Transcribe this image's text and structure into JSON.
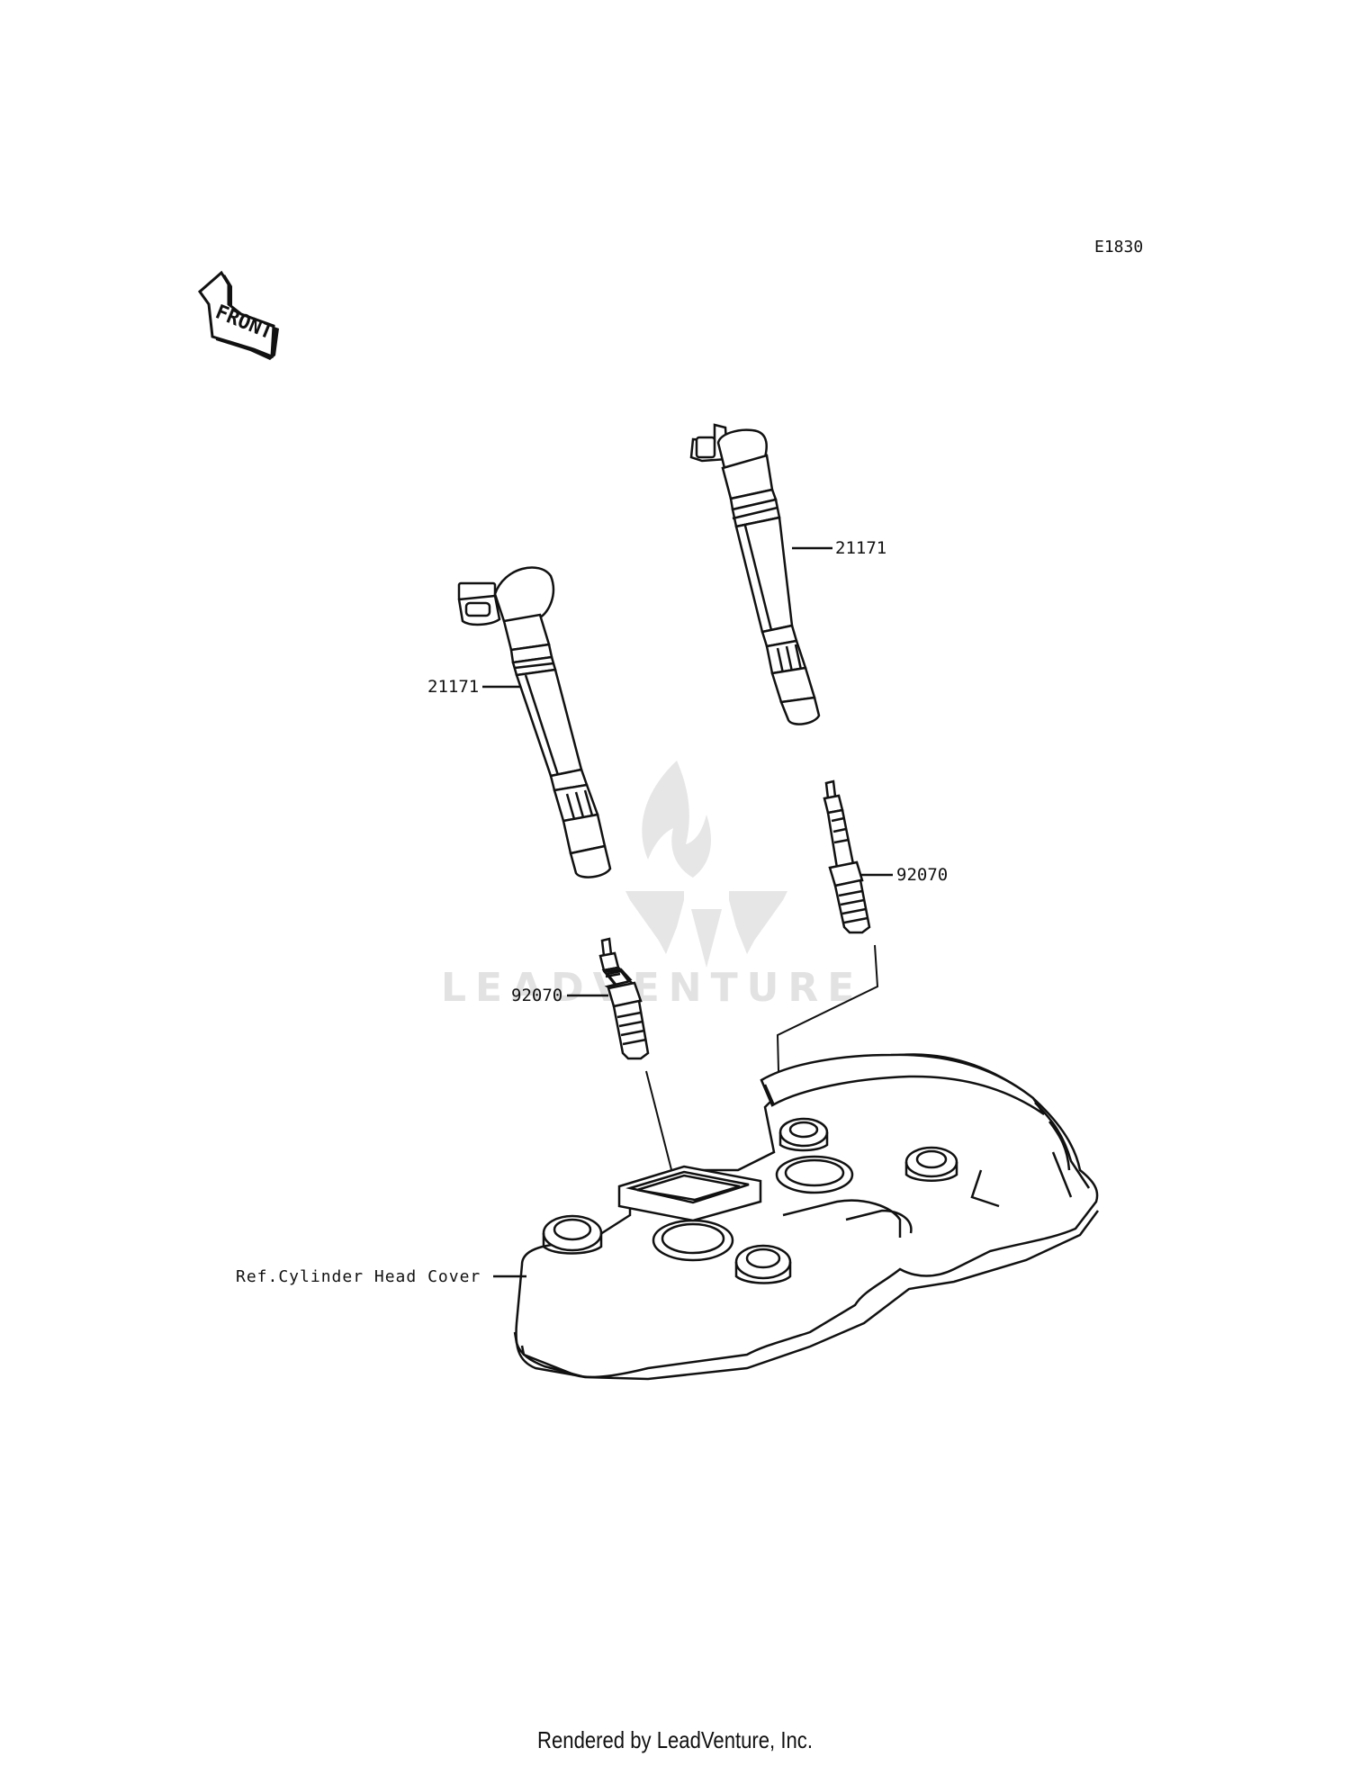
{
  "diagram_code": "E1830",
  "front_arrow_label": "FRONT",
  "watermark": {
    "text": "LEADVENTURE"
  },
  "parts": [
    {
      "part_number": "21171",
      "name": "ignition-coil"
    },
    {
      "part_number": "21171",
      "name": "ignition-coil"
    },
    {
      "part_number": "92070",
      "name": "spark-plug"
    },
    {
      "part_number": "92070",
      "name": "spark-plug"
    }
  ],
  "reference_label": "Ref.Cylinder Head Cover",
  "footer": "Rendered by LeadVenture, Inc."
}
